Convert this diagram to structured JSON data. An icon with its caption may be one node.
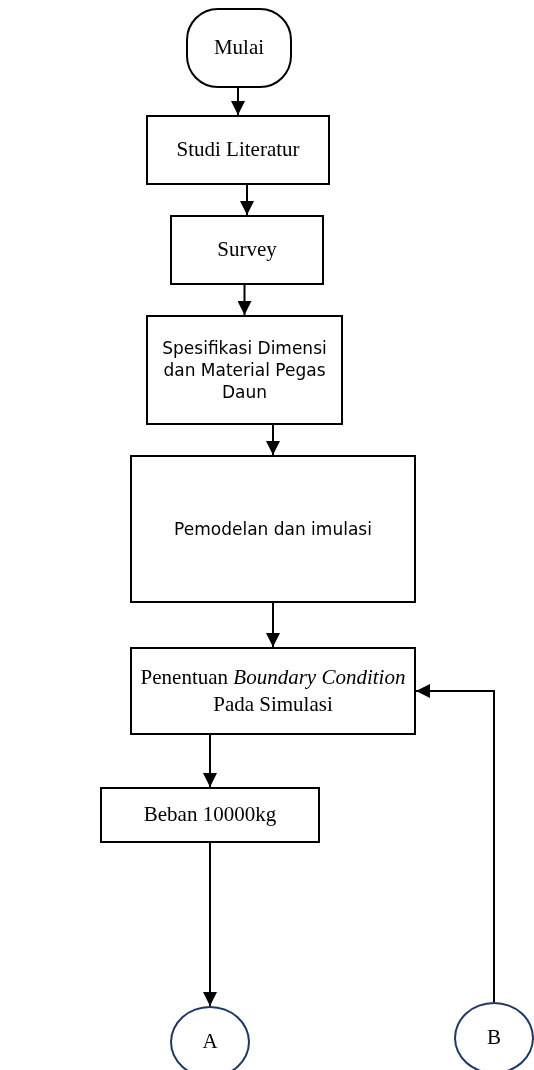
{
  "diagram": {
    "nodes": [
      {
        "text": [
          "Mulai"
        ]
      },
      {
        "text": [
          "Studi Literatur"
        ]
      },
      {
        "text": [
          "Survey"
        ]
      },
      {
        "text": [
          "Spesifikasi Dimensi dan Material Pegas Daun"
        ]
      },
      {
        "text": [
          "Pemodelan dan imulasi"
        ]
      },
      {
        "text": [
          "Penentuan *Boundary Condition* Pada Simulasi"
        ]
      },
      {
        "text": [
          "Beban 10000kg"
        ]
      },
      {
        "text": [
          "A"
        ]
      },
      {
        "text": [
          "B"
        ]
      }
    ],
    "edges": [
      {
        "from": 0,
        "to": 1,
        "arrow": "to"
      },
      {
        "from": 1,
        "to": 2,
        "arrow": "to"
      },
      {
        "from": 2,
        "to": 3,
        "arrow": "to"
      },
      {
        "from": 3,
        "to": 4,
        "arrow": "to"
      },
      {
        "from": 4,
        "to": 5,
        "arrow": "to"
      },
      {
        "from": 5,
        "to": 6,
        "arrow": "to"
      },
      {
        "from": 6,
        "to": 7,
        "arrow": "to"
      },
      {
        "from": 8,
        "to": 5,
        "arrow": "to"
      }
    ]
  }
}
